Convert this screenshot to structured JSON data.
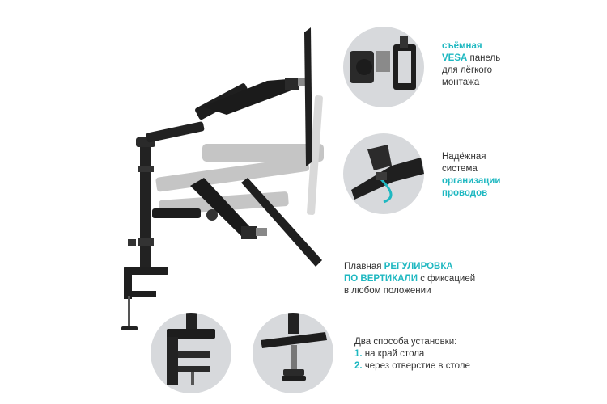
{
  "colors": {
    "accent": "#1fb8c1",
    "text": "#333333",
    "circle_bg": "#d7d9dc",
    "arm_dark": "#1e1e1e",
    "arm_faded": "#b9b9b9"
  },
  "feature_vesa": {
    "line1_accent": "съёмная",
    "line2_accent": "VESA",
    "line2_rest": " панель",
    "line3": "для лёгкого",
    "line4": "монтажа",
    "icon": "vesa-plate-icon"
  },
  "feature_cable": {
    "line1": "Надёжная",
    "line2": "система",
    "line3_accent": "организации",
    "line4_accent": "проводов",
    "icon": "cable-clip-icon"
  },
  "feature_height": {
    "line1_plain": "Плавная ",
    "line1_accent": "РЕГУЛИРОВКА",
    "line2_accent": "ПО ВЕРТИКАЛИ",
    "line2_rest": " с фиксацией",
    "line3": "в любом положении"
  },
  "feature_mount": {
    "title": "Два способа установки:",
    "options": [
      {
        "num": "1.",
        "label": "на край стола"
      },
      {
        "num": "2.",
        "label": "через отверстие в столе"
      }
    ],
    "icons": [
      "desk-clamp-icon",
      "grommet-mount-icon"
    ]
  },
  "product": {
    "icon": "dual-monitor-arm-icon"
  }
}
